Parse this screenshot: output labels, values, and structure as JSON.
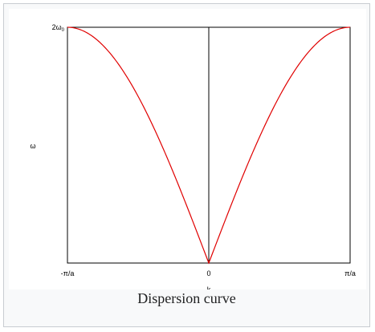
{
  "caption": "Dispersion curve",
  "chart_data": {
    "type": "line",
    "title": "",
    "xlabel": "k",
    "ylabel": "ω",
    "xlim": [
      -3.14159,
      3.14159
    ],
    "ylim": [
      0,
      2
    ],
    "x_ticks": [
      {
        "value": -3.14159,
        "label": "-π/a"
      },
      {
        "value": 0,
        "label": "0"
      },
      {
        "value": 3.14159,
        "label": "π/a"
      }
    ],
    "y_ticks": [
      {
        "value": 2,
        "label_main": "2ω",
        "label_sub": "0"
      }
    ],
    "series": [
      {
        "function": "2*|sin(k/2)|",
        "color": "#e00000",
        "x": [
          -3.14159,
          -2.82743,
          -2.51327,
          -2.19911,
          -1.88496,
          -1.5708,
          -1.25664,
          -0.94248,
          -0.62832,
          -0.31416,
          0,
          0.31416,
          0.62832,
          0.94248,
          1.25664,
          1.5708,
          1.88496,
          2.19911,
          2.51327,
          2.82743,
          3.14159
        ],
        "y": [
          2.0,
          1.9754,
          1.9021,
          1.782,
          1.618,
          1.4142,
          1.1756,
          0.908,
          0.618,
          0.3129,
          0.0,
          0.3129,
          0.618,
          0.908,
          1.1756,
          1.4142,
          1.618,
          1.782,
          1.9021,
          1.9754,
          2.0
        ]
      }
    ],
    "vertical_line_at": 0,
    "axis_color": "#000000"
  }
}
